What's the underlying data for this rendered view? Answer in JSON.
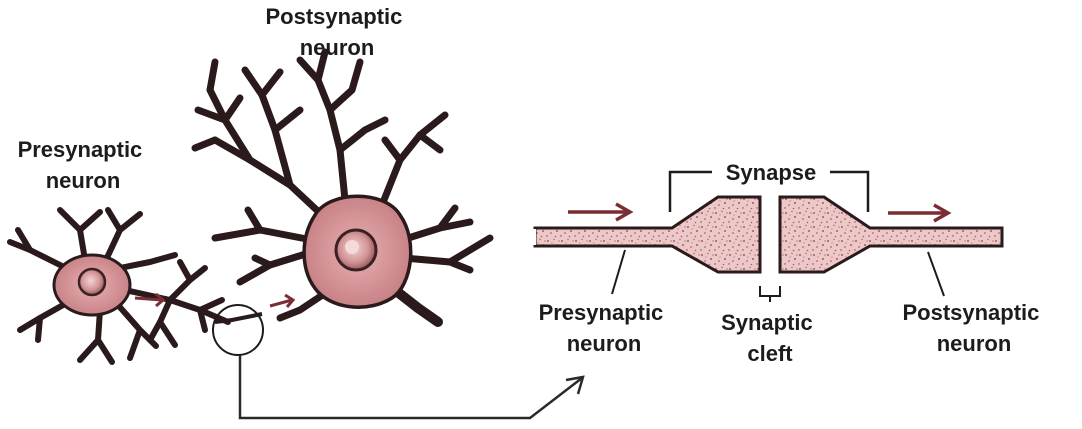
{
  "labels": {
    "postsynaptic_top": [
      "Postsynaptic",
      "neuron"
    ],
    "presynaptic_left": [
      "Presynaptic",
      "neuron"
    ],
    "synapse": "Synapse",
    "presynaptic_bottom": [
      "Presynaptic",
      "neuron"
    ],
    "synaptic_cleft": [
      "Synaptic",
      "cleft"
    ],
    "postsynaptic_bottom": [
      "Postsynaptic",
      "neuron"
    ]
  },
  "colors": {
    "cell_fill": "#cf8e91",
    "cell_stroke": "#2a1a1c",
    "arrow": "#7a2e33",
    "speckle": "#8a3c43",
    "axon_fill": "#e8c2c2"
  }
}
